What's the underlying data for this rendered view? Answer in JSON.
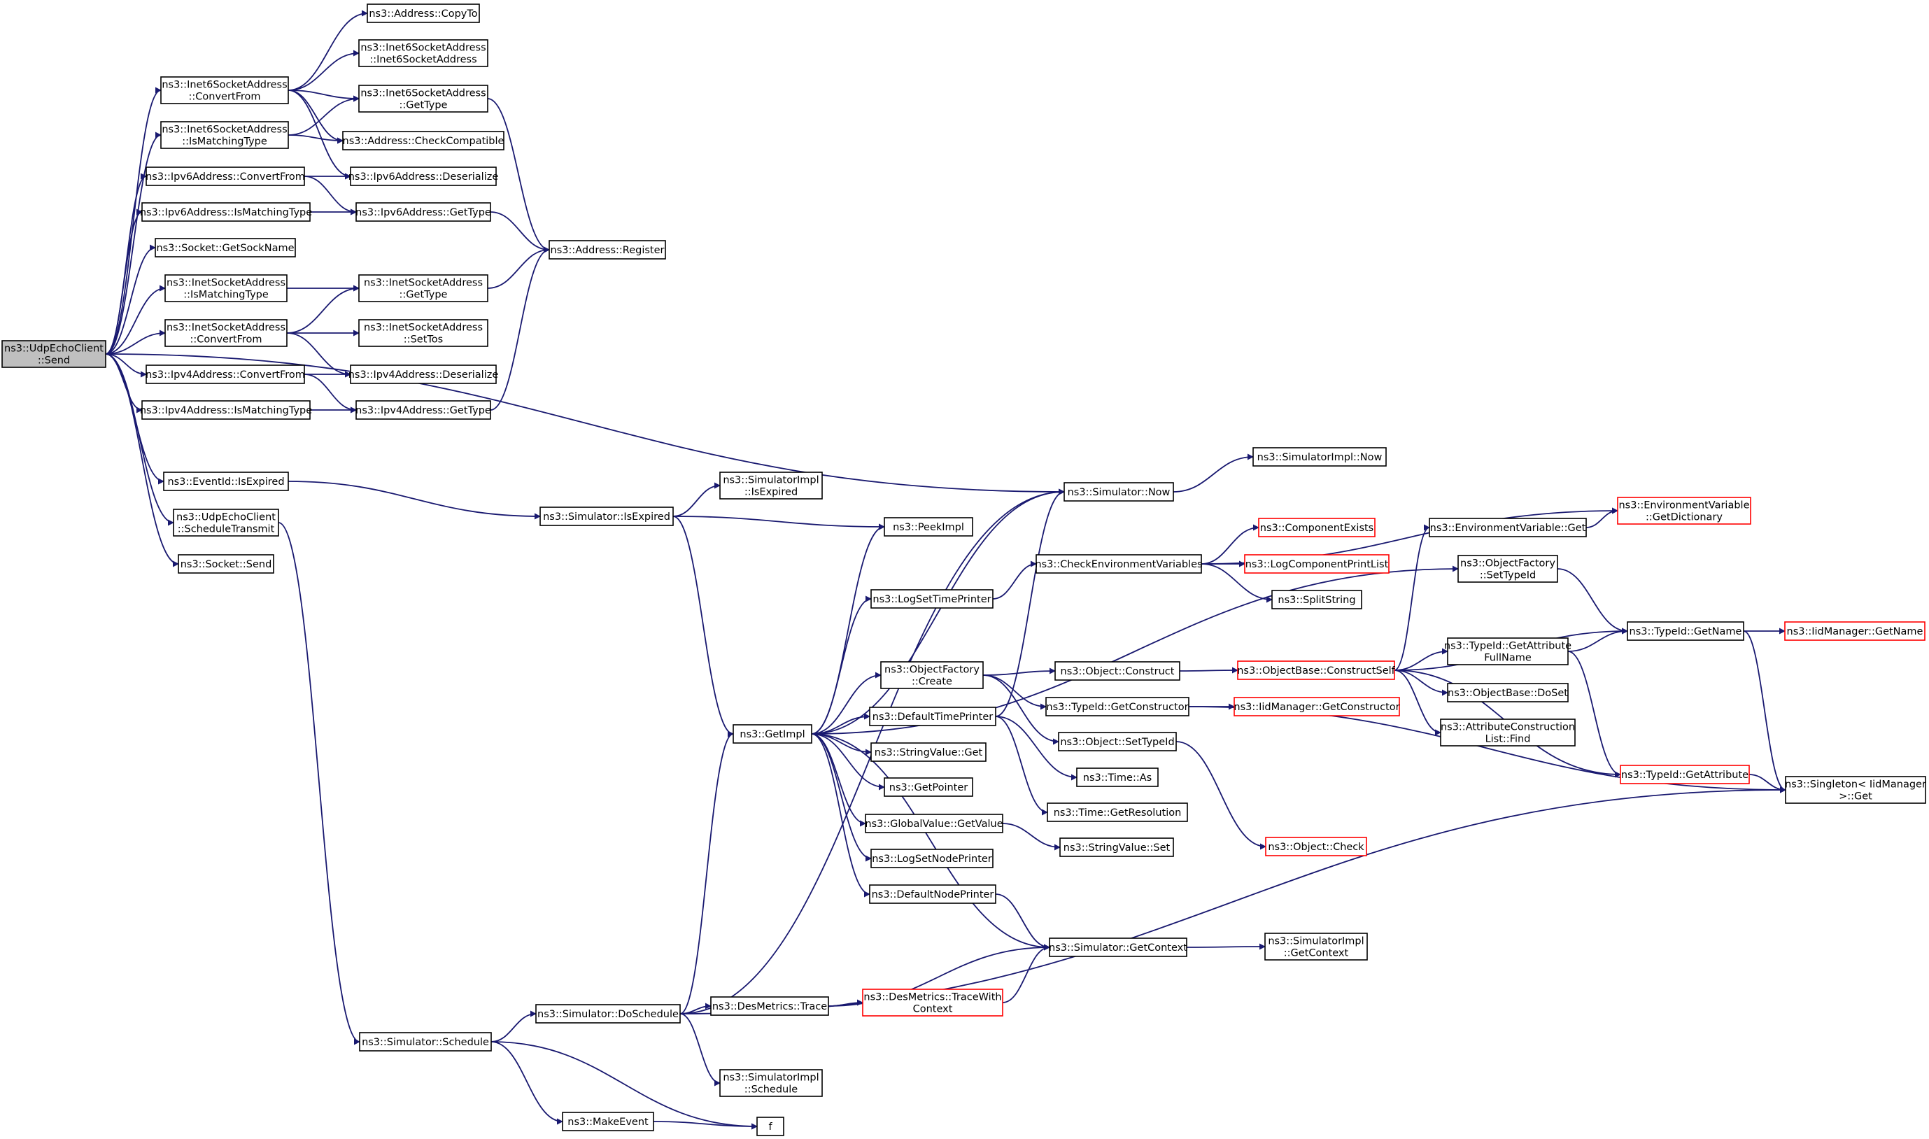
{
  "nodes": [
    {
      "id": "root",
      "lines": [
        "ns3::UdpEchoClient",
        "::Send"
      ],
      "style": "root"
    },
    {
      "id": "inet6_convert",
      "lines": [
        "ns3::Inet6SocketAddress",
        "::ConvertFrom"
      ]
    },
    {
      "id": "inet6_ismatch",
      "lines": [
        "ns3::Inet6SocketAddress",
        "::IsMatchingType"
      ]
    },
    {
      "id": "ipv6_convert",
      "lines": [
        "ns3::Ipv6Address::ConvertFrom"
      ]
    },
    {
      "id": "ipv6_ismatch",
      "lines": [
        "ns3::Ipv6Address::IsMatchingType"
      ]
    },
    {
      "id": "socket_getsockname",
      "lines": [
        "ns3::Socket::GetSockName"
      ]
    },
    {
      "id": "inet_ismatch",
      "lines": [
        "ns3::InetSocketAddress",
        "::IsMatchingType"
      ]
    },
    {
      "id": "inet_convert",
      "lines": [
        "ns3::InetSocketAddress",
        "::ConvertFrom"
      ]
    },
    {
      "id": "ipv4_convert",
      "lines": [
        "ns3::Ipv4Address::ConvertFrom"
      ]
    },
    {
      "id": "ipv4_ismatch",
      "lines": [
        "ns3::Ipv4Address::IsMatchingType"
      ]
    },
    {
      "id": "eventid_isexpired",
      "lines": [
        "ns3::EventId::IsExpired"
      ]
    },
    {
      "id": "udp_schedtx",
      "lines": [
        "ns3::UdpEchoClient",
        "::ScheduleTransmit"
      ]
    },
    {
      "id": "socket_send",
      "lines": [
        "ns3::Socket::Send"
      ]
    },
    {
      "id": "addr_copyto",
      "lines": [
        "ns3::Address::CopyTo"
      ]
    },
    {
      "id": "inet6_ctor",
      "lines": [
        "ns3::Inet6SocketAddress",
        "::Inet6SocketAddress"
      ]
    },
    {
      "id": "inet6_gettype",
      "lines": [
        "ns3::Inet6SocketAddress",
        "::GetType"
      ]
    },
    {
      "id": "addr_checkcompat",
      "lines": [
        "ns3::Address::CheckCompatible"
      ]
    },
    {
      "id": "ipv6_deser",
      "lines": [
        "ns3::Ipv6Address::Deserialize"
      ]
    },
    {
      "id": "ipv6_gettype",
      "lines": [
        "ns3::Ipv6Address::GetType"
      ]
    },
    {
      "id": "inet_gettype",
      "lines": [
        "ns3::InetSocketAddress",
        "::GetType"
      ]
    },
    {
      "id": "inet_settos",
      "lines": [
        "ns3::InetSocketAddress",
        "::SetTos"
      ]
    },
    {
      "id": "ipv4_deser",
      "lines": [
        "ns3::Ipv4Address::Deserialize"
      ]
    },
    {
      "id": "ipv4_gettype",
      "lines": [
        "ns3::Ipv4Address::GetType"
      ]
    },
    {
      "id": "addr_register",
      "lines": [
        "ns3::Address::Register"
      ]
    },
    {
      "id": "sim_isexpired",
      "lines": [
        "ns3::Simulator::IsExpired"
      ]
    },
    {
      "id": "simimpl_isexpired",
      "lines": [
        "ns3::SimulatorImpl",
        "::IsExpired"
      ]
    },
    {
      "id": "sim_schedule",
      "lines": [
        "ns3::Simulator::Schedule"
      ]
    },
    {
      "id": "sim_doschedule",
      "lines": [
        "ns3::Simulator::DoSchedule"
      ]
    },
    {
      "id": "makeevent",
      "lines": [
        "ns3::MakeEvent"
      ]
    },
    {
      "id": "f",
      "lines": [
        "f"
      ]
    },
    {
      "id": "simimpl_schedule",
      "lines": [
        "ns3::SimulatorImpl",
        "::Schedule"
      ]
    },
    {
      "id": "getimpl",
      "lines": [
        "ns3::GetImpl"
      ]
    },
    {
      "id": "peekimpl",
      "lines": [
        "ns3::PeekImpl"
      ]
    },
    {
      "id": "logsettimeprinter",
      "lines": [
        "ns3::LogSetTimePrinter"
      ]
    },
    {
      "id": "objfactory_create",
      "lines": [
        "ns3::ObjectFactory",
        "::Create"
      ]
    },
    {
      "id": "defaulttimeprinter",
      "lines": [
        "ns3::DefaultTimePrinter"
      ]
    },
    {
      "id": "stringvalue_get",
      "lines": [
        "ns3::StringValue::Get"
      ]
    },
    {
      "id": "getpointer",
      "lines": [
        "ns3::GetPointer"
      ]
    },
    {
      "id": "globalvalue_getvalue",
      "lines": [
        "ns3::GlobalValue::GetValue"
      ]
    },
    {
      "id": "logsetnodeprinter",
      "lines": [
        "ns3::LogSetNodePrinter"
      ]
    },
    {
      "id": "defaultnodeprinter",
      "lines": [
        "ns3::DefaultNodePrinter"
      ]
    },
    {
      "id": "desmetrics_trace",
      "lines": [
        "ns3::DesMetrics::Trace"
      ]
    },
    {
      "id": "desmetrics_tracewith",
      "lines": [
        "ns3::DesMetrics::TraceWith",
        "Context"
      ],
      "style": "red"
    },
    {
      "id": "sim_now",
      "lines": [
        "ns3::Simulator::Now"
      ]
    },
    {
      "id": "simimpl_now",
      "lines": [
        "ns3::SimulatorImpl::Now"
      ]
    },
    {
      "id": "checkenv",
      "lines": [
        "ns3::CheckEnvironmentVariables"
      ]
    },
    {
      "id": "componentexists",
      "lines": [
        "ns3::ComponentExists"
      ],
      "style": "red"
    },
    {
      "id": "logcompprintlist",
      "lines": [
        "ns3::LogComponentPrintList"
      ],
      "style": "red"
    },
    {
      "id": "splitstring",
      "lines": [
        "ns3::SplitString"
      ]
    },
    {
      "id": "object_construct",
      "lines": [
        "ns3::Object::Construct"
      ]
    },
    {
      "id": "typeid_getctor",
      "lines": [
        "ns3::TypeId::GetConstructor"
      ]
    },
    {
      "id": "object_settypeid",
      "lines": [
        "ns3::Object::SetTypeId"
      ]
    },
    {
      "id": "time_as",
      "lines": [
        "ns3::Time::As"
      ]
    },
    {
      "id": "time_getres",
      "lines": [
        "ns3::Time::GetResolution"
      ]
    },
    {
      "id": "stringvalue_set",
      "lines": [
        "ns3::StringValue::Set"
      ]
    },
    {
      "id": "object_check",
      "lines": [
        "ns3::Object::Check"
      ],
      "style": "red"
    },
    {
      "id": "sim_getcontext",
      "lines": [
        "ns3::Simulator::GetContext"
      ]
    },
    {
      "id": "simimpl_getcontext",
      "lines": [
        "ns3::SimulatorImpl",
        "::GetContext"
      ]
    },
    {
      "id": "objbase_constructself",
      "lines": [
        "ns3::ObjectBase::ConstructSelf"
      ],
      "style": "red"
    },
    {
      "id": "iidmgr_getctor",
      "lines": [
        "ns3::IidManager::GetConstructor"
      ],
      "style": "red"
    },
    {
      "id": "envvar_get",
      "lines": [
        "ns3::EnvironmentVariable::Get"
      ]
    },
    {
      "id": "envvar_getdict",
      "lines": [
        "ns3::EnvironmentVariable",
        "::GetDictionary"
      ],
      "style": "red"
    },
    {
      "id": "objfactory_settypeid",
      "lines": [
        "ns3::ObjectFactory",
        "::SetTypeId"
      ]
    },
    {
      "id": "typeid_getattrfull",
      "lines": [
        "ns3::TypeId::GetAttribute",
        "FullName"
      ]
    },
    {
      "id": "objbase_doset",
      "lines": [
        "ns3::ObjectBase::DoSet"
      ]
    },
    {
      "id": "attrconstr_find",
      "lines": [
        "ns3::AttributeConstruction",
        "List::Find"
      ]
    },
    {
      "id": "typeid_getattr",
      "lines": [
        "ns3::TypeId::GetAttribute"
      ],
      "style": "red"
    },
    {
      "id": "typeid_getname",
      "lines": [
        "ns3::TypeId::GetName"
      ]
    },
    {
      "id": "iidmgr_getname",
      "lines": [
        "ns3::IidManager::GetName"
      ],
      "style": "red"
    },
    {
      "id": "singleton_get",
      "lines": [
        "ns3::Singleton< IidManager",
        ">::Get"
      ]
    }
  ],
  "edges": [
    [
      "root",
      "inet6_convert"
    ],
    [
      "root",
      "inet6_ismatch"
    ],
    [
      "root",
      "ipv6_convert"
    ],
    [
      "root",
      "ipv6_ismatch"
    ],
    [
      "root",
      "socket_getsockname"
    ],
    [
      "root",
      "inet_ismatch"
    ],
    [
      "root",
      "inet_convert"
    ],
    [
      "root",
      "ipv4_convert"
    ],
    [
      "root",
      "ipv4_ismatch"
    ],
    [
      "root",
      "sim_now"
    ],
    [
      "root",
      "eventid_isexpired"
    ],
    [
      "root",
      "udp_schedtx"
    ],
    [
      "root",
      "socket_send"
    ],
    [
      "inet6_convert",
      "addr_copyto"
    ],
    [
      "inet6_convert",
      "inet6_ctor"
    ],
    [
      "inet6_convert",
      "inet6_gettype"
    ],
    [
      "inet6_convert",
      "addr_checkcompat"
    ],
    [
      "inet6_convert",
      "ipv6_deser"
    ],
    [
      "inet6_ismatch",
      "inet6_gettype"
    ],
    [
      "inet6_ismatch",
      "addr_checkcompat"
    ],
    [
      "ipv6_convert",
      "ipv6_deser"
    ],
    [
      "ipv6_convert",
      "ipv6_gettype"
    ],
    [
      "ipv6_ismatch",
      "ipv6_gettype"
    ],
    [
      "inet6_gettype",
      "addr_register"
    ],
    [
      "ipv6_gettype",
      "addr_register"
    ],
    [
      "inet_gettype",
      "addr_register"
    ],
    [
      "ipv4_gettype",
      "addr_register"
    ],
    [
      "inet_ismatch",
      "inet_gettype"
    ],
    [
      "inet_convert",
      "inet_gettype"
    ],
    [
      "inet_convert",
      "inet_settos"
    ],
    [
      "inet_convert",
      "ipv4_deser"
    ],
    [
      "ipv4_convert",
      "ipv4_deser"
    ],
    [
      "ipv4_convert",
      "ipv4_gettype"
    ],
    [
      "ipv4_ismatch",
      "ipv4_gettype"
    ],
    [
      "eventid_isexpired",
      "sim_isexpired"
    ],
    [
      "sim_isexpired",
      "simimpl_isexpired"
    ],
    [
      "sim_isexpired",
      "peekimpl"
    ],
    [
      "sim_isexpired",
      "getimpl"
    ],
    [
      "udp_schedtx",
      "sim_schedule"
    ],
    [
      "sim_schedule",
      "sim_doschedule"
    ],
    [
      "sim_schedule",
      "makeevent"
    ],
    [
      "sim_schedule",
      "f"
    ],
    [
      "makeevent",
      "f"
    ],
    [
      "sim_doschedule",
      "getimpl"
    ],
    [
      "sim_doschedule",
      "sim_now"
    ],
    [
      "sim_doschedule",
      "desmetrics_trace"
    ],
    [
      "sim_doschedule",
      "simimpl_schedule"
    ],
    [
      "sim_doschedule",
      "singleton_get"
    ],
    [
      "desmetrics_trace",
      "desmetrics_tracewith"
    ],
    [
      "desmetrics_trace",
      "sim_getcontext"
    ],
    [
      "desmetrics_tracewith",
      "sim_getcontext"
    ],
    [
      "getimpl",
      "peekimpl"
    ],
    [
      "getimpl",
      "logsettimeprinter"
    ],
    [
      "getimpl",
      "objfactory_create"
    ],
    [
      "getimpl",
      "defaulttimeprinter"
    ],
    [
      "getimpl",
      "stringvalue_get"
    ],
    [
      "getimpl",
      "getpointer"
    ],
    [
      "getimpl",
      "globalvalue_getvalue"
    ],
    [
      "getimpl",
      "logsetnodeprinter"
    ],
    [
      "getimpl",
      "defaultnodeprinter"
    ],
    [
      "getimpl",
      "sim_getcontext"
    ],
    [
      "getimpl",
      "sim_now"
    ],
    [
      "getimpl",
      "objfactory_settypeid"
    ],
    [
      "logsettimeprinter",
      "checkenv"
    ],
    [
      "objfactory_create",
      "object_construct"
    ],
    [
      "objfactory_create",
      "typeid_getctor"
    ],
    [
      "objfactory_create",
      "object_settypeid"
    ],
    [
      "defaulttimeprinter",
      "sim_now"
    ],
    [
      "defaulttimeprinter",
      "time_as"
    ],
    [
      "defaulttimeprinter",
      "time_getres"
    ],
    [
      "globalvalue_getvalue",
      "stringvalue_set"
    ],
    [
      "defaultnodeprinter",
      "sim_getcontext"
    ],
    [
      "sim_now",
      "simimpl_now"
    ],
    [
      "checkenv",
      "envvar_getdict"
    ],
    [
      "checkenv",
      "componentexists"
    ],
    [
      "checkenv",
      "logcompprintlist"
    ],
    [
      "checkenv",
      "splitstring"
    ],
    [
      "object_construct",
      "objbase_constructself"
    ],
    [
      "typeid_getctor",
      "iidmgr_getctor"
    ],
    [
      "typeid_getctor",
      "singleton_get"
    ],
    [
      "object_settypeid",
      "object_check"
    ],
    [
      "sim_getcontext",
      "simimpl_getcontext"
    ],
    [
      "objbase_constructself",
      "envvar_get"
    ],
    [
      "objbase_constructself",
      "typeid_getname"
    ],
    [
      "objbase_constructself",
      "typeid_getattrfull"
    ],
    [
      "objbase_constructself",
      "objbase_doset"
    ],
    [
      "objbase_constructself",
      "attrconstr_find"
    ],
    [
      "objbase_constructself",
      "typeid_getattr"
    ],
    [
      "envvar_get",
      "envvar_getdict"
    ],
    [
      "objfactory_settypeid",
      "typeid_getname"
    ],
    [
      "typeid_getattrfull",
      "typeid_getname"
    ],
    [
      "typeid_getattrfull",
      "typeid_getattr"
    ],
    [
      "typeid_getattr",
      "singleton_get"
    ],
    [
      "typeid_getname",
      "iidmgr_getname"
    ],
    [
      "typeid_getname",
      "singleton_get"
    ]
  ]
}
